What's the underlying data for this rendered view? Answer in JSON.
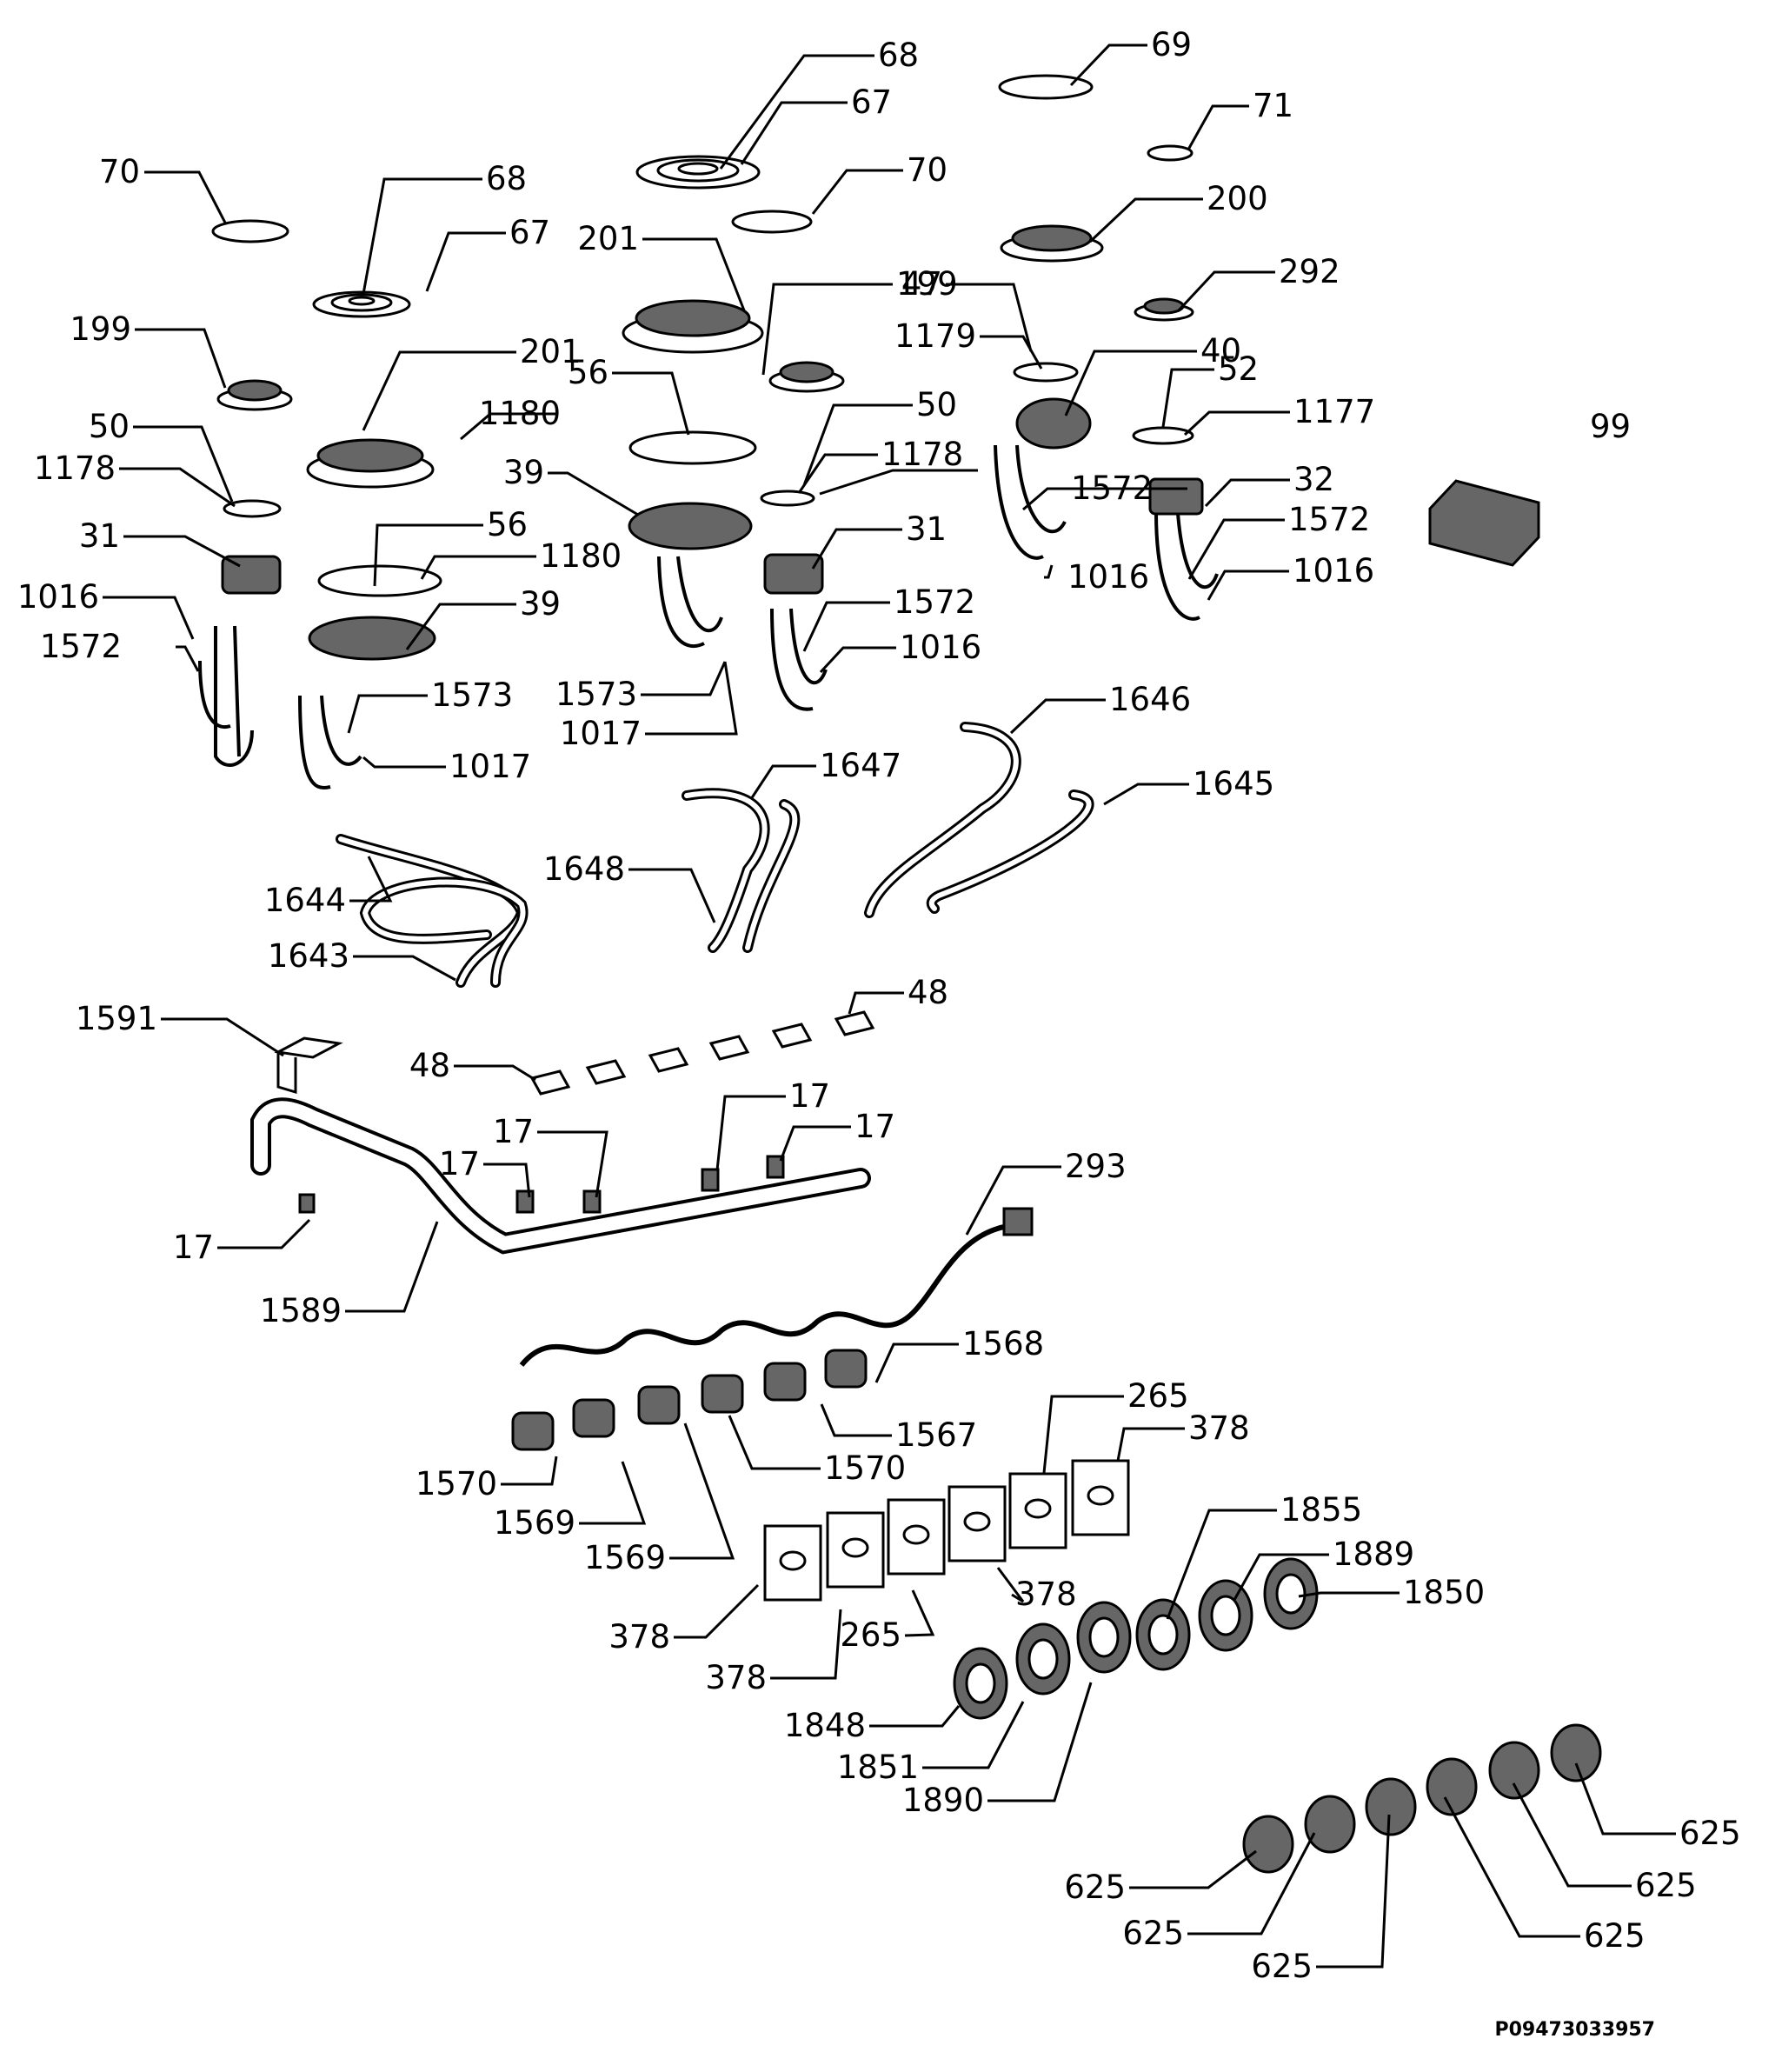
{
  "diagram": {
    "document_id": "P09473033957",
    "callouts": [
      {
        "id": "c1",
        "label": "68"
      },
      {
        "id": "c2",
        "label": "67"
      },
      {
        "id": "c3",
        "label": "69"
      },
      {
        "id": "c4",
        "label": "71"
      },
      {
        "id": "c5",
        "label": "70"
      },
      {
        "id": "c6",
        "label": "70"
      },
      {
        "id": "c7",
        "label": "68"
      },
      {
        "id": "c8",
        "label": "67"
      },
      {
        "id": "c9",
        "label": "201"
      },
      {
        "id": "c10",
        "label": "200"
      },
      {
        "id": "c11",
        "label": "199"
      },
      {
        "id": "c12",
        "label": "47"
      },
      {
        "id": "c13",
        "label": "292"
      },
      {
        "id": "c14",
        "label": "1179"
      },
      {
        "id": "c15",
        "label": "199"
      },
      {
        "id": "c16",
        "label": "201"
      },
      {
        "id": "c17",
        "label": "56"
      },
      {
        "id": "c18",
        "label": "40"
      },
      {
        "id": "c19",
        "label": "52"
      },
      {
        "id": "c20",
        "label": "50"
      },
      {
        "id": "c21",
        "label": "1180"
      },
      {
        "id": "c22",
        "label": "50"
      },
      {
        "id": "c23",
        "label": "1177"
      },
      {
        "id": "c24",
        "label": "99"
      },
      {
        "id": "c25",
        "label": "1178"
      },
      {
        "id": "c26",
        "label": "1178"
      },
      {
        "id": "c27",
        "label": "39"
      },
      {
        "id": "c28",
        "label": "1572"
      },
      {
        "id": "c29",
        "label": "32"
      },
      {
        "id": "c30",
        "label": "56"
      },
      {
        "id": "c31",
        "label": "31"
      },
      {
        "id": "c32",
        "label": "1572"
      },
      {
        "id": "c33",
        "label": "31"
      },
      {
        "id": "c34",
        "label": "1180"
      },
      {
        "id": "c35",
        "label": "1016"
      },
      {
        "id": "c36",
        "label": "1016"
      },
      {
        "id": "c37",
        "label": "1016"
      },
      {
        "id": "c38",
        "label": "39"
      },
      {
        "id": "c39",
        "label": "1572"
      },
      {
        "id": "c40",
        "label": "1572"
      },
      {
        "id": "c41",
        "label": "1016"
      },
      {
        "id": "c42",
        "label": "1573"
      },
      {
        "id": "c43",
        "label": "1573"
      },
      {
        "id": "c44",
        "label": "1646"
      },
      {
        "id": "c45",
        "label": "1017"
      },
      {
        "id": "c46",
        "label": "1017"
      },
      {
        "id": "c47",
        "label": "1647"
      },
      {
        "id": "c48",
        "label": "1645"
      },
      {
        "id": "c49",
        "label": "1648"
      },
      {
        "id": "c50",
        "label": "1644"
      },
      {
        "id": "c51",
        "label": "1643"
      },
      {
        "id": "c52",
        "label": "48"
      },
      {
        "id": "c53",
        "label": "1591"
      },
      {
        "id": "c54",
        "label": "48"
      },
      {
        "id": "c55",
        "label": "17"
      },
      {
        "id": "c56",
        "label": "17"
      },
      {
        "id": "c57",
        "label": "17"
      },
      {
        "id": "c58",
        "label": "17"
      },
      {
        "id": "c59",
        "label": "293"
      },
      {
        "id": "c60",
        "label": "17"
      },
      {
        "id": "c61",
        "label": "1589"
      },
      {
        "id": "c62",
        "label": "1568"
      },
      {
        "id": "c63",
        "label": "265"
      },
      {
        "id": "c64",
        "label": "1567"
      },
      {
        "id": "c65",
        "label": "378"
      },
      {
        "id": "c66",
        "label": "1570"
      },
      {
        "id": "c67",
        "label": "1570"
      },
      {
        "id": "c68",
        "label": "1569"
      },
      {
        "id": "c69",
        "label": "1855"
      },
      {
        "id": "c70",
        "label": "1569"
      },
      {
        "id": "c71",
        "label": "1889"
      },
      {
        "id": "c72",
        "label": "1850"
      },
      {
        "id": "c73",
        "label": "378"
      },
      {
        "id": "c74",
        "label": "378"
      },
      {
        "id": "c75",
        "label": "265"
      },
      {
        "id": "c76",
        "label": "378"
      },
      {
        "id": "c77",
        "label": "1848"
      },
      {
        "id": "c78",
        "label": "1851"
      },
      {
        "id": "c79",
        "label": "1890"
      },
      {
        "id": "c80",
        "label": "625"
      },
      {
        "id": "c81",
        "label": "625"
      },
      {
        "id": "c82",
        "label": "625"
      },
      {
        "id": "c83",
        "label": "625"
      },
      {
        "id": "c84",
        "label": "625"
      },
      {
        "id": "c85",
        "label": "625"
      }
    ]
  }
}
